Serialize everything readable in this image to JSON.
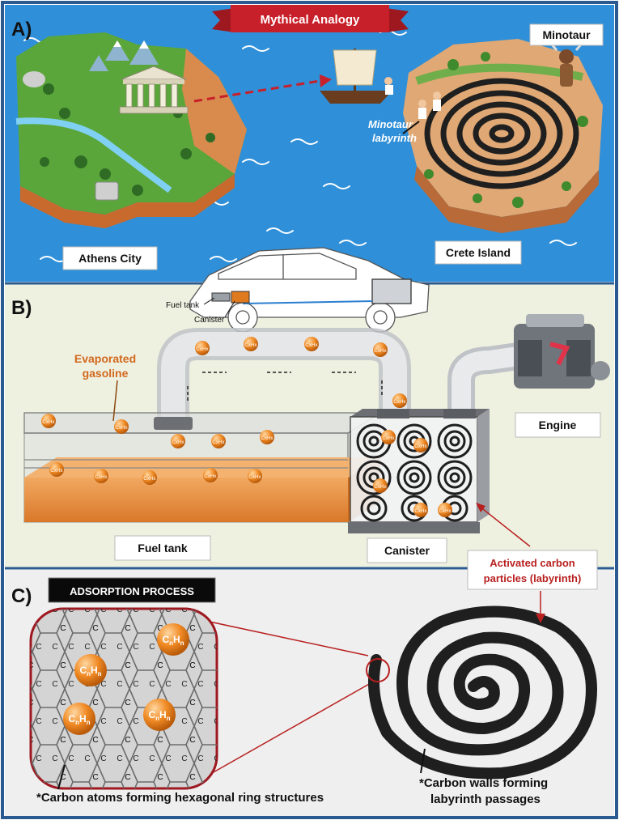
{
  "panels": {
    "a": {
      "letter": "A)",
      "banner": "Mythical Analogy",
      "labels": {
        "athens": "Athens City",
        "crete": "Crete Island",
        "minotaur": "Minotaur",
        "labyrinth_line1": "Minotaur",
        "labyrinth_line2": "labyrinth"
      }
    },
    "b": {
      "letter": "B)",
      "labels": {
        "car_fuel_tank": "Fuel tank",
        "car_canister": "Canister",
        "evaporated_line1": "Evaporated",
        "evaporated_line2": "gasoline",
        "engine": "Engine",
        "fuel_tank": "Fuel tank",
        "canister": "Canister",
        "activated_line1": "Activated carbon",
        "activated_line2": "particles (labyrinth)"
      },
      "molecule_label": "CxHx"
    },
    "c": {
      "letter": "C)",
      "title": "ADSORPTION PROCESS",
      "atom_label": "C",
      "molecule": {
        "base1": "C",
        "sub1": "n",
        "base2": "H",
        "sub2": "n"
      },
      "small_molecule_label": "CxHx",
      "caption_hex": "*Carbon atoms forming hexagonal  ring structures",
      "caption_walls_line1": "*Carbon walls forming",
      "caption_walls_line2": "labyrinth  passages"
    }
  },
  "colors": {
    "sea": "#2f8fd8",
    "panel_b_bg": "#eef0e0",
    "panel_c_bg": "#efefef",
    "banner": "#c8202a",
    "accent_red": "#b81f1f",
    "orange_text": "#d2691e",
    "molecule": "#f08a24",
    "labyrinth": "#1f1f1f"
  }
}
